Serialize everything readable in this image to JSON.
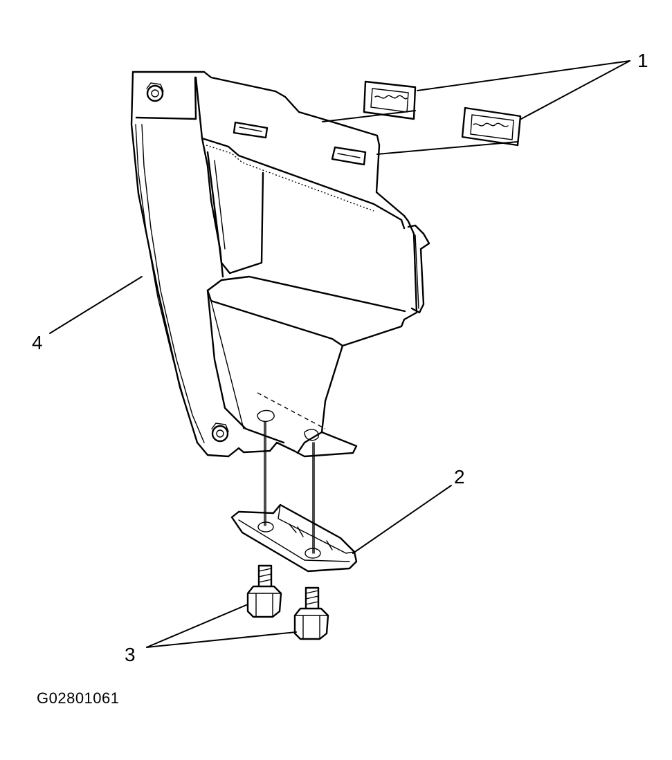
{
  "diagram": {
    "figure_id": "G02801061",
    "callouts": {
      "c1": "1",
      "c2": "2",
      "c3": "3",
      "c4": "4"
    }
  }
}
